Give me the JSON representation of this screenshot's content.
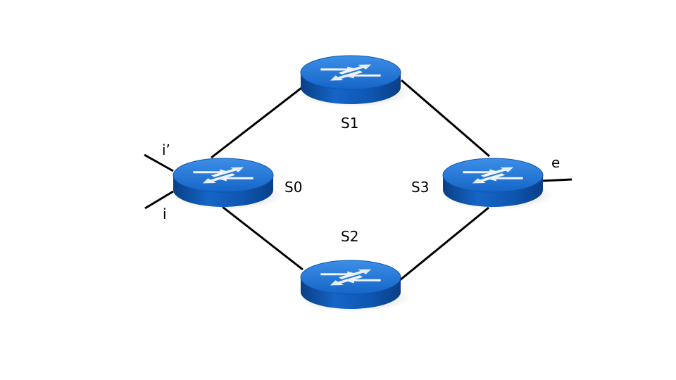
{
  "nodes": [
    {
      "id": "s0",
      "label": "S0",
      "icon": "router-icon"
    },
    {
      "id": "s1",
      "label": "S1",
      "icon": "router-icon"
    },
    {
      "id": "s2",
      "label": "S2",
      "icon": "router-icon"
    },
    {
      "id": "s3",
      "label": "S3",
      "icon": "router-icon"
    }
  ],
  "links": [
    {
      "from": "s0",
      "to": "s1"
    },
    {
      "from": "s0",
      "to": "s2"
    },
    {
      "from": "s1",
      "to": "s3"
    },
    {
      "from": "s2",
      "to": "s3"
    }
  ],
  "ports": [
    {
      "node": "s0",
      "label": "i’"
    },
    {
      "node": "s0",
      "label": "i"
    },
    {
      "node": "s3",
      "label": "e"
    }
  ],
  "colors": {
    "router_top": "#1a73d6",
    "router_top_light": "#3d8ee6",
    "router_side": "#0e56b0",
    "router_side_dark": "#0a3f86",
    "arrow": "#ffffff",
    "link": "#000000"
  }
}
